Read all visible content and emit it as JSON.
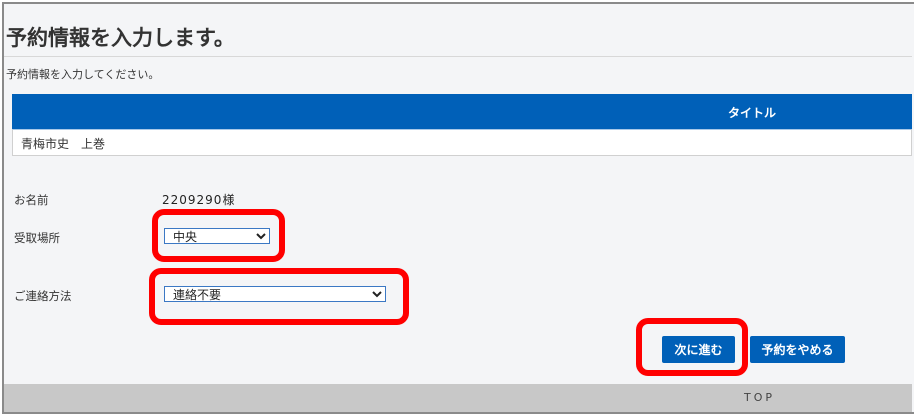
{
  "page": {
    "title": "予約情報を入力します。",
    "subtitle": "予約情報を入力してください。"
  },
  "table": {
    "header": "タイトル",
    "rows": [
      {
        "title": "青梅市史　上巻"
      }
    ]
  },
  "form": {
    "name_label": "お名前",
    "name_value": "2209290様",
    "pickup_label": "受取場所",
    "pickup_value": "中央",
    "contact_label": "ご連絡方法",
    "contact_value": "連絡不要"
  },
  "buttons": {
    "next": "次に進む",
    "cancel": "予約をやめる"
  },
  "footer": {
    "top_link": "TOP"
  },
  "colors": {
    "accent": "#0060b8",
    "highlight": "#ff0000"
  }
}
